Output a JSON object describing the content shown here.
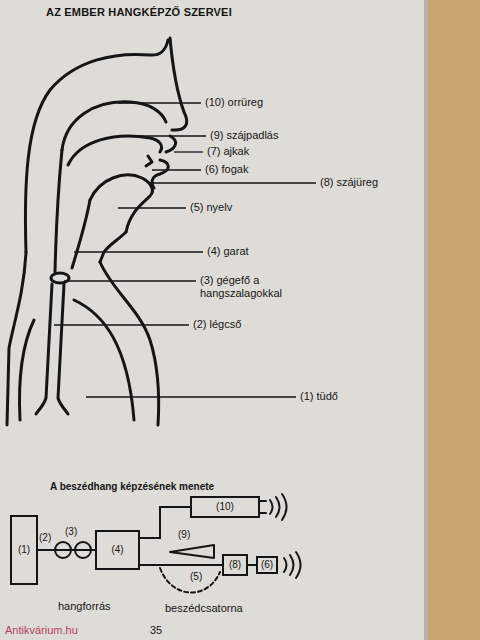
{
  "diagram": {
    "title": "AZ EMBER HANGKÉPZŐ SZERVEI",
    "nodes": [
      {
        "text": [
          "(1)"
        ]
      },
      {
        "text": [
          "(4)"
        ]
      },
      {
        "text": [
          "(10)"
        ]
      },
      {
        "text": [
          "(8)"
        ]
      },
      {
        "text": [
          "(6)"
        ]
      }
    ],
    "edges": [
      {
        "from": 0,
        "to": 1,
        "arrow": "none"
      },
      {
        "from": 1,
        "to": 2,
        "arrow": "none"
      },
      {
        "from": 1,
        "to": 3,
        "arrow": "none"
      },
      {
        "from": 3,
        "to": 4,
        "arrow": "none"
      }
    ],
    "labels": [
      "(10) orrüreg",
      "(9) szájpadlás",
      "(7) ajkak",
      "(6) fogak",
      "(8) szájüreg",
      "(5) nyelv",
      "(4) garat",
      "(3) gégefő a hangszalagokkal",
      "(2) légcső",
      "(1) tüdő",
      "A beszédhang képzésének menete",
      "(2)",
      "(3)",
      "(9)",
      "(5)",
      "hangforrás",
      "beszédcsatorna",
      "35",
      "Antikvárium.hu"
    ]
  }
}
